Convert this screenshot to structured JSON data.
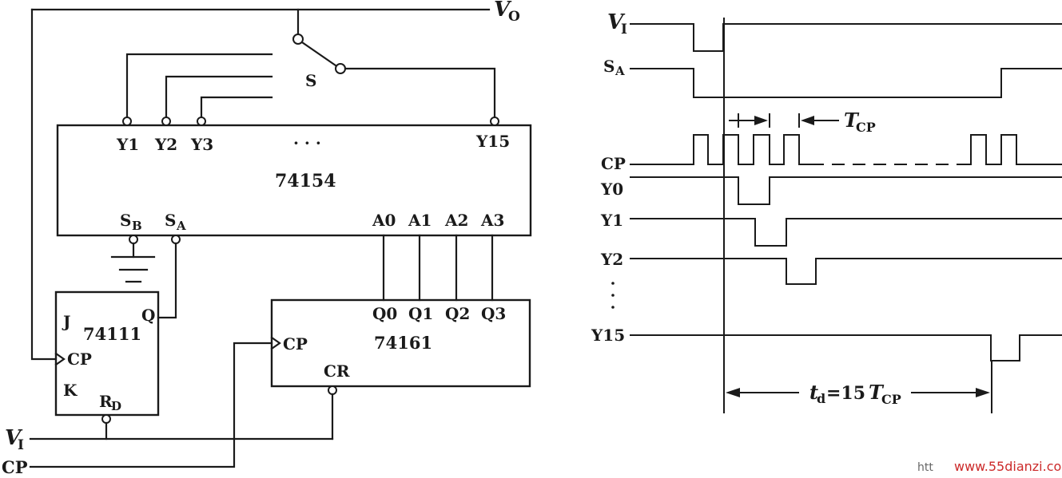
{
  "circuit": {
    "vo": "V",
    "vo_sub": "O",
    "switch": "S",
    "decoder": {
      "name": "74154",
      "outputs": [
        "Y1",
        "Y2",
        "Y3",
        "Y15"
      ],
      "ellipsis": "· · ·",
      "sb": "S",
      "sb_sub": "B",
      "sa": "S",
      "sa_sub": "A",
      "inputs": [
        "A0",
        "A1",
        "A2",
        "A3"
      ]
    },
    "flipflop": {
      "name": "74111",
      "j": "J",
      "k": "K",
      "q": "Q",
      "cp": "CP",
      "rd": "R",
      "rd_sub": "D"
    },
    "counter": {
      "name": "74161",
      "outputs": [
        "Q0",
        "Q1",
        "Q2",
        "Q3"
      ],
      "cp": "CP",
      "cr": "CR"
    },
    "vi": "V",
    "vi_sub": "I",
    "cp_in": "CP"
  },
  "timing": {
    "signals": {
      "vi": "V",
      "vi_sub": "I",
      "sa": "S",
      "sa_sub": "A",
      "cp": "CP",
      "y0": "Y0",
      "y1": "Y1",
      "y2": "Y2",
      "vdots": "·\n·\n·",
      "y15": "Y15"
    },
    "tcp": "T",
    "tcp_sub": "CP",
    "td_t": "t",
    "td_sub": "d",
    "td_eq": "=15",
    "td_T": "T",
    "td_sub2": "CP"
  },
  "watermark": {
    "prefix": "htt",
    "url": "www.55dianzi.com"
  }
}
